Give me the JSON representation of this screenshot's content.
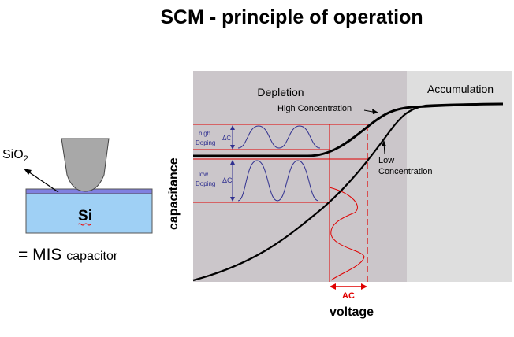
{
  "title": "SCM - principle of operation",
  "left": {
    "sio2_main": "SiO",
    "sio2_sub": "2",
    "si_label": "Si",
    "mis_main": "= MIS ",
    "mis_small": "capacitor"
  },
  "plot": {
    "region_depletion": "Depletion",
    "region_accumulation": "Accumulation",
    "curve_high": "High Concentration",
    "curve_low_line1": "Low",
    "curve_low_line2": "Concentration",
    "high_doping_line1": "high",
    "high_doping_line2": "Doping",
    "low_doping_line1": "low",
    "low_doping_line2": "Doping",
    "delta_c": "ΔC",
    "ac_label": "AC",
    "ylabel": "capacitance",
    "xlabel": "voltage"
  },
  "colors": {
    "plot_bg": "#cbc6ca",
    "accum_bg": "#dedede",
    "silicon": "#9fd0f5",
    "oxide": "#8080e0",
    "tip": "#a8a8a8",
    "red": "#e00000",
    "blue": "#303090"
  }
}
